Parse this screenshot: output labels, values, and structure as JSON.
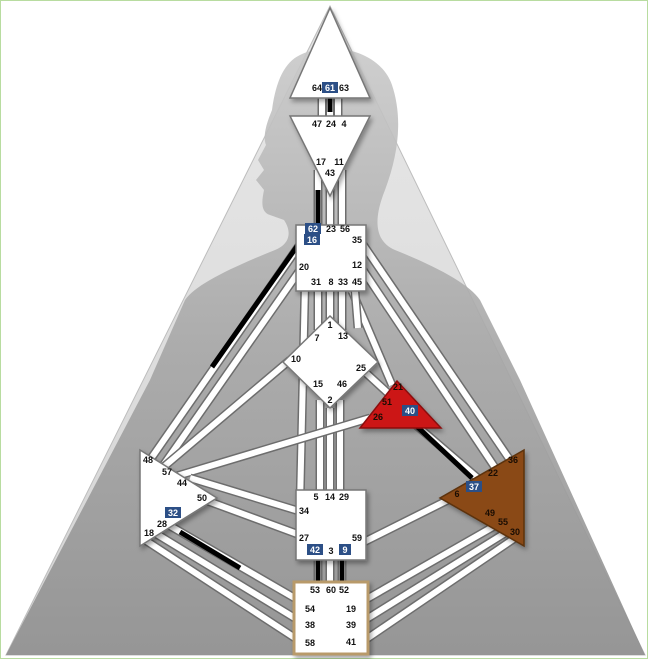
{
  "colors": {
    "border": "#b8dca0",
    "background": "#ffffff",
    "silhouette": "#b3b3b3",
    "body_shape": "#aaaaaa",
    "channel_fill": "#ffffff",
    "channel_border": "#6d6d6d",
    "active_channel": "#000000",
    "badge": "#2c4f86",
    "badge_text": "#ffffff",
    "root_gold": "#b89a6a",
    "solar_plexus_fill": "#8a4a13",
    "spleen_fill": "#ffffff",
    "ajna_fill": "#ffffff",
    "head_fill": "#ffffff",
    "sacral_fill": "#ffffff",
    "root_fill": "#ffffff",
    "ego_fill": "#cc1515"
  },
  "centers": [
    {
      "id": "head",
      "gates": [
        "64",
        "61",
        "63"
      ],
      "highlighted": [
        "61"
      ]
    },
    {
      "id": "ajna",
      "gates": [
        "47",
        "24",
        "4",
        "17",
        "11",
        "43"
      ],
      "highlighted": []
    },
    {
      "id": "throat",
      "gates": [
        "62",
        "23",
        "56",
        "16",
        "35",
        "20",
        "12",
        "31",
        "8",
        "33",
        "45"
      ],
      "highlighted": [
        "62",
        "16"
      ]
    },
    {
      "id": "g",
      "gates": [
        "1",
        "7",
        "13",
        "10",
        "25",
        "15",
        "46",
        "2"
      ],
      "highlighted": []
    },
    {
      "id": "ego",
      "gates": [
        "21",
        "51",
        "26",
        "40"
      ],
      "highlighted": [
        "40"
      ]
    },
    {
      "id": "spleen",
      "gates": [
        "48",
        "57",
        "44",
        "50",
        "32",
        "28",
        "18"
      ],
      "highlighted": [
        "32"
      ]
    },
    {
      "id": "sacral",
      "gates": [
        "5",
        "14",
        "29",
        "34",
        "27",
        "59",
        "42",
        "3",
        "9"
      ],
      "highlighted": [
        "42",
        "9"
      ]
    },
    {
      "id": "solar_plexus",
      "gates": [
        "36",
        "22",
        "37",
        "6",
        "49",
        "55",
        "30"
      ],
      "highlighted": [
        "37"
      ]
    },
    {
      "id": "root",
      "gates": [
        "53",
        "60",
        "52",
        "54",
        "19",
        "38",
        "39",
        "58",
        "41"
      ],
      "highlighted": []
    }
  ]
}
